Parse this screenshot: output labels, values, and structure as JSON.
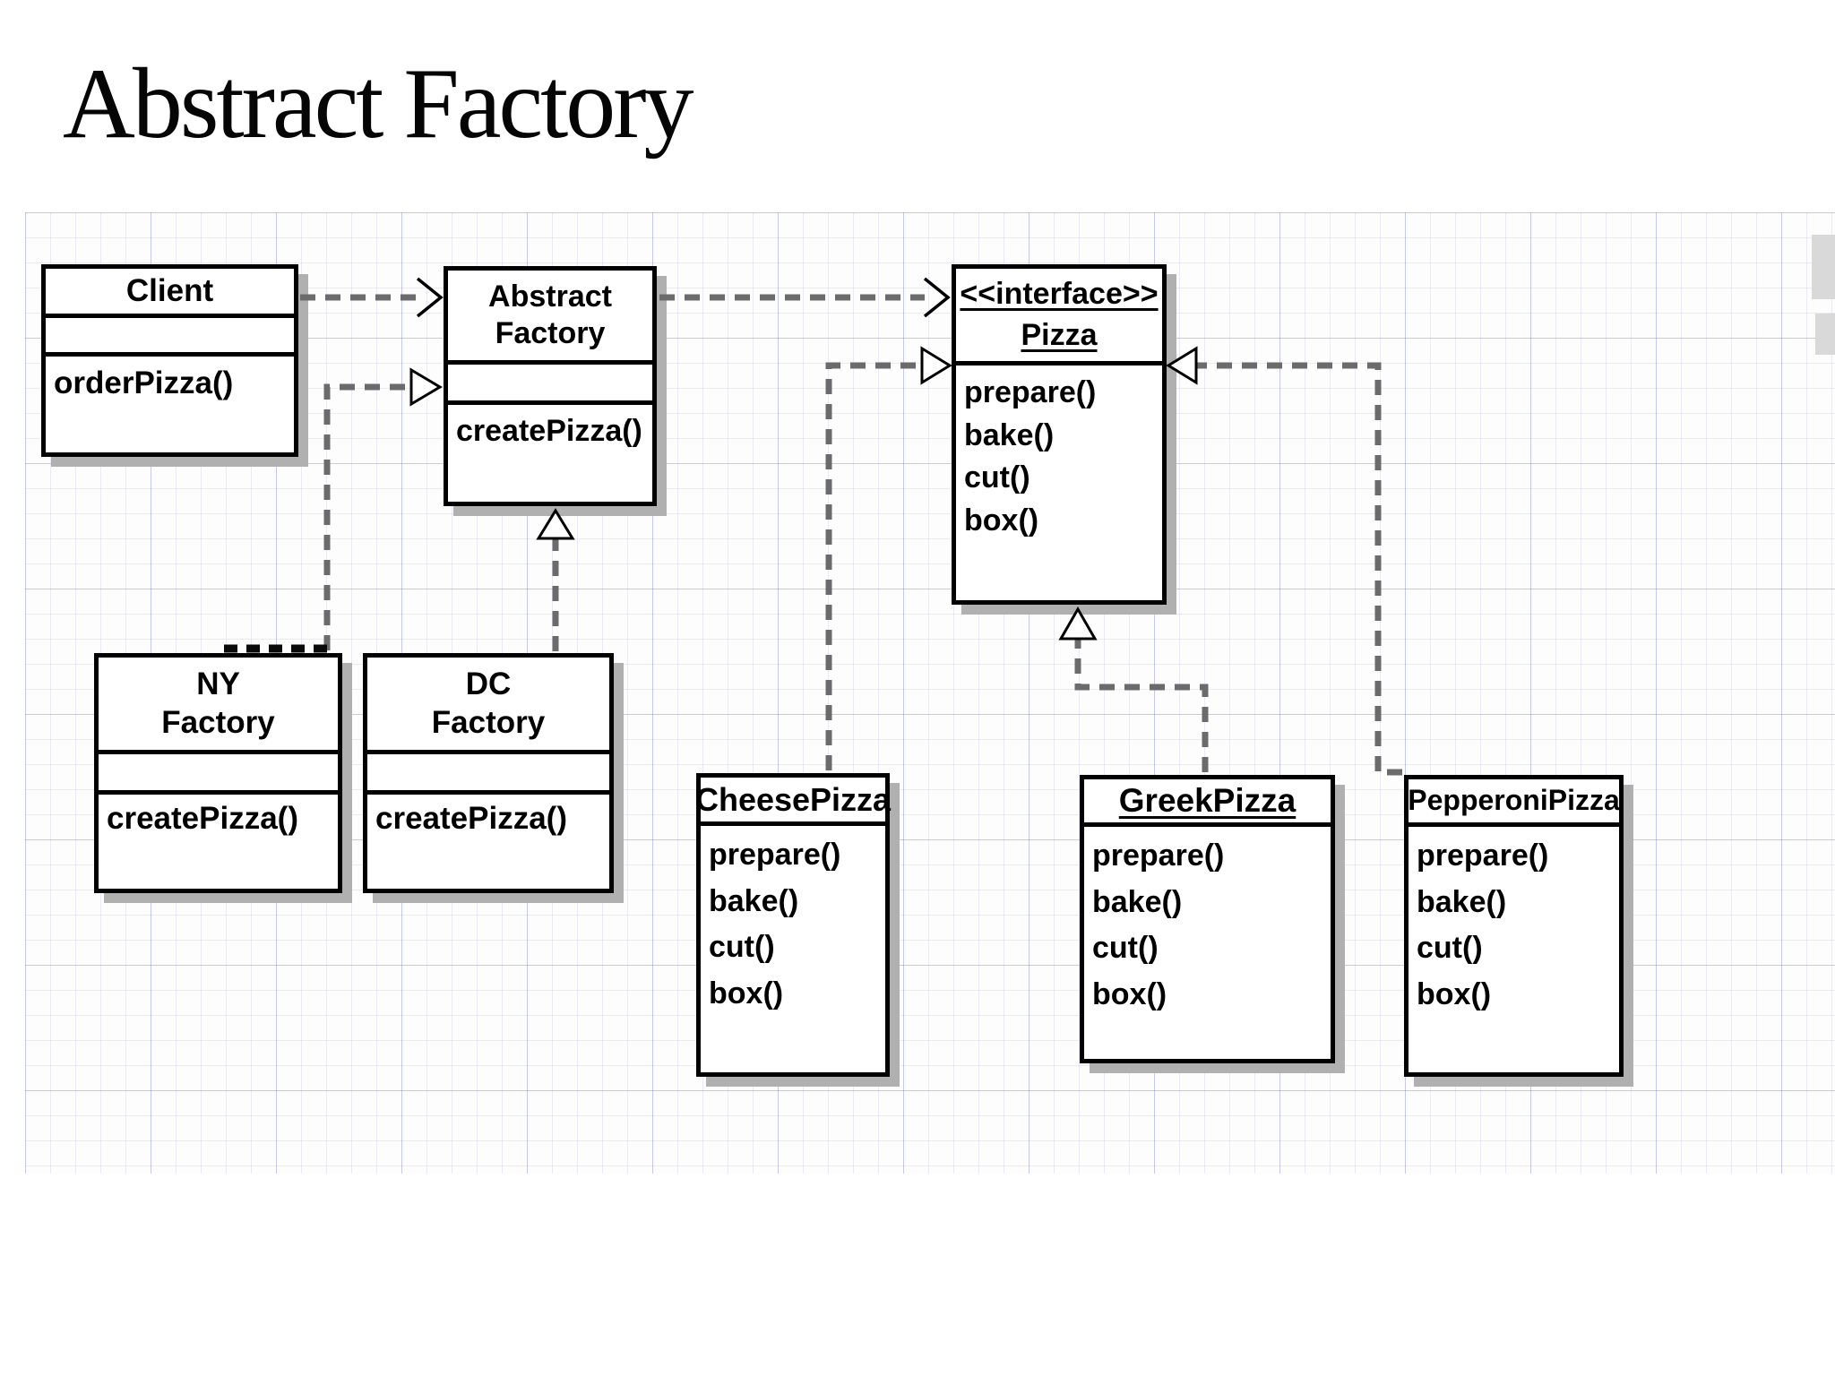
{
  "slide": {
    "title": "Abstract Factory"
  },
  "diagram": {
    "classes": [
      {
        "id": "client",
        "name": "Client",
        "methods": [
          "orderPizza()"
        ]
      },
      {
        "id": "abstract-factory",
        "name_lines": [
          "Abstract",
          "Factory"
        ],
        "methods": [
          "createPizza()"
        ]
      },
      {
        "id": "pizza-interface",
        "stereotype": "<<interface>>",
        "name": "Pizza",
        "methods": [
          "prepare()",
          "bake()",
          "cut()",
          "box()"
        ]
      },
      {
        "id": "ny-factory",
        "name_lines": [
          "NY",
          "Factory"
        ],
        "methods": [
          "createPizza()"
        ]
      },
      {
        "id": "dc-factory",
        "name_lines": [
          "DC",
          "Factory"
        ],
        "methods": [
          "createPizza()"
        ]
      },
      {
        "id": "cheese-pizza",
        "name": "CheesePizza",
        "methods": [
          "prepare()",
          "bake()",
          "cut()",
          "box()"
        ]
      },
      {
        "id": "greek-pizza",
        "name": "GreekPizza",
        "methods": [
          "prepare()",
          "bake()",
          "cut()",
          "box()"
        ]
      },
      {
        "id": "pepperoni-pizza",
        "name": "PepperoniPizza",
        "methods": [
          "prepare()",
          "bake()",
          "cut()",
          "box()"
        ]
      }
    ],
    "relations": [
      {
        "from": "Client",
        "to": "AbstractFactory",
        "type": "dependency"
      },
      {
        "from": "AbstractFactory",
        "to": "Pizza",
        "type": "dependency"
      },
      {
        "from": "NYFactory",
        "to": "AbstractFactory",
        "type": "realization"
      },
      {
        "from": "DCFactory",
        "to": "AbstractFactory",
        "type": "realization"
      },
      {
        "from": "CheesePizza",
        "to": "Pizza",
        "type": "realization"
      },
      {
        "from": "GreekPizza",
        "to": "Pizza",
        "type": "realization"
      },
      {
        "from": "PepperoniPizza",
        "to": "Pizza",
        "type": "realization"
      }
    ],
    "colors": {
      "connector": "#6b6b6b",
      "shadow": "#b0b0b0",
      "grid": "#c9c9e8",
      "box_border": "#000000"
    }
  }
}
